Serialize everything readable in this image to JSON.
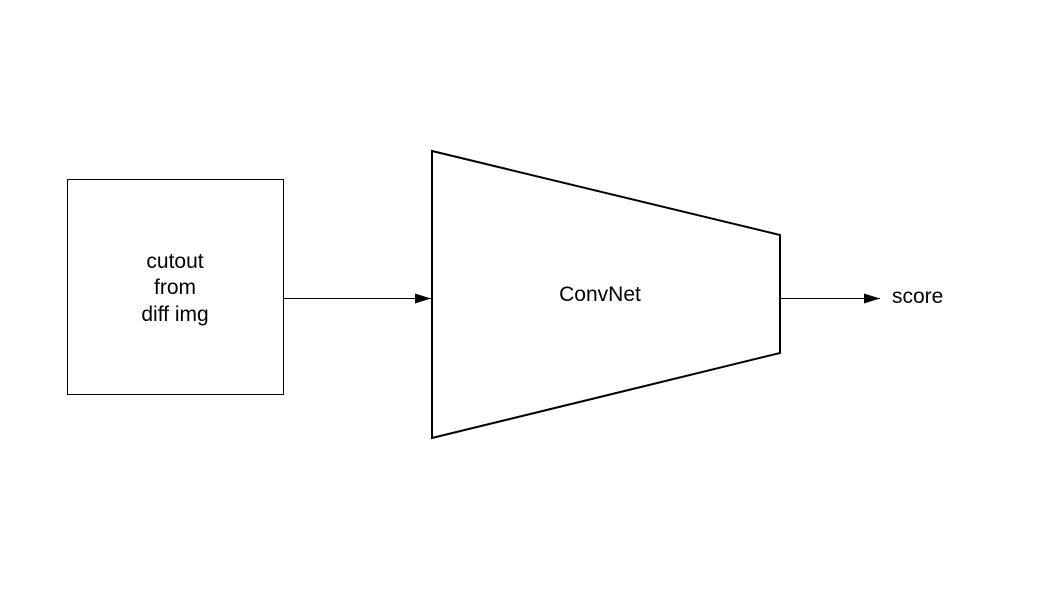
{
  "diagram": {
    "input_box": {
      "lines": [
        "cutout",
        "from",
        "diff img"
      ]
    },
    "network": {
      "label": "ConvNet"
    },
    "output": {
      "label": "score"
    },
    "colors": {
      "stroke": "#000000",
      "background": "#ffffff"
    }
  }
}
